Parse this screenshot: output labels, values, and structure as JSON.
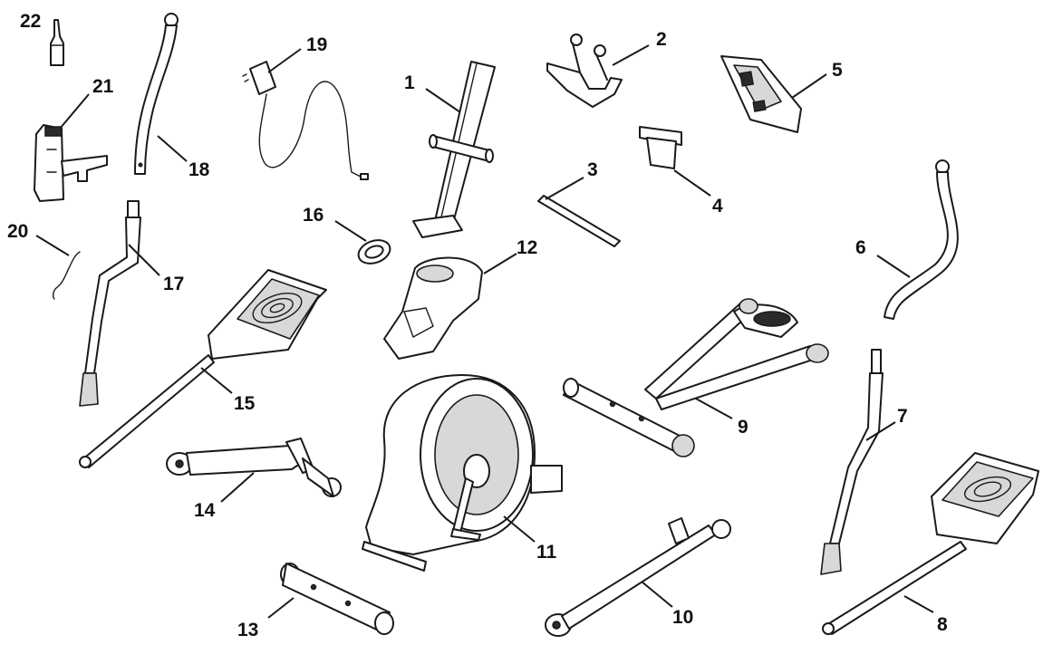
{
  "colors": {
    "line": "#1a1a1a",
    "background": "#ffffff",
    "shade": "#d8d8d8"
  },
  "parts": [
    {
      "id": "p1",
      "label": "1"
    },
    {
      "id": "p2",
      "label": "2"
    },
    {
      "id": "p3",
      "label": "3"
    },
    {
      "id": "p4",
      "label": "4"
    },
    {
      "id": "p5",
      "label": "5"
    },
    {
      "id": "p6",
      "label": "6"
    },
    {
      "id": "p7",
      "label": "7"
    },
    {
      "id": "p8",
      "label": "8"
    },
    {
      "id": "p9",
      "label": "9"
    },
    {
      "id": "p10",
      "label": "10"
    },
    {
      "id": "p11",
      "label": "11"
    },
    {
      "id": "p12",
      "label": "12"
    },
    {
      "id": "p13",
      "label": "13"
    },
    {
      "id": "p14",
      "label": "14"
    },
    {
      "id": "p15",
      "label": "15"
    },
    {
      "id": "p16",
      "label": "16"
    },
    {
      "id": "p17",
      "label": "17"
    },
    {
      "id": "p18",
      "label": "18"
    },
    {
      "id": "p19",
      "label": "19"
    },
    {
      "id": "p20",
      "label": "20"
    },
    {
      "id": "p21",
      "label": "21"
    },
    {
      "id": "p22",
      "label": "22"
    }
  ]
}
